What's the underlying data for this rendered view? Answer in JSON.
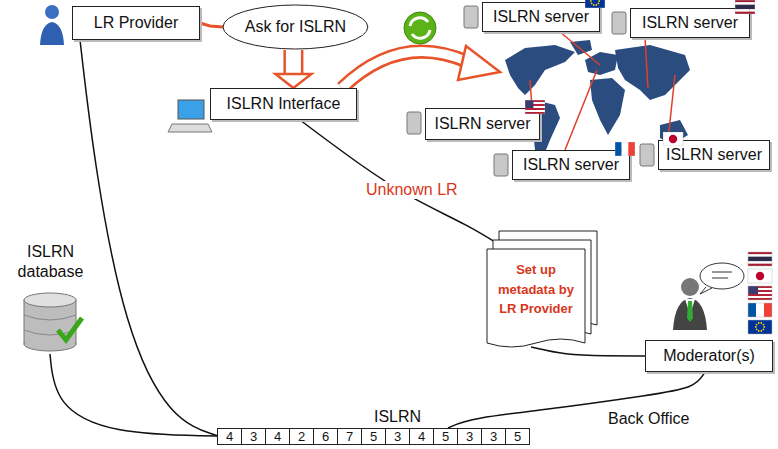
{
  "diagram": {
    "nodes": [
      {
        "text": [
          "LR Provider"
        ]
      },
      {
        "text": [
          "Ask for ISLRN"
        ]
      },
      {
        "text": [
          "ISLRN Interface"
        ]
      },
      {
        "text": [
          "ISLRN server"
        ]
      },
      {
        "text": [
          "ISLRN server"
        ]
      },
      {
        "text": [
          "ISLRN server"
        ]
      },
      {
        "text": [
          "ISLRN server"
        ]
      },
      {
        "text": [
          "ISLRN server"
        ]
      },
      {
        "text": [
          "Set up metadata by LR Provider"
        ]
      },
      {
        "text": [
          "Moderator(s)"
        ]
      },
      {
        "text": [
          "ISLRN database"
        ]
      },
      {
        "text": [
          "4",
          "3",
          "4",
          "2",
          "6",
          "7",
          "5",
          "3",
          "4",
          "5",
          "3",
          "3",
          "5"
        ]
      }
    ],
    "edges": [
      {
        "from": 0,
        "to": 1,
        "arrow": "none"
      },
      {
        "from": 1,
        "to": 2,
        "arrow": "to"
      },
      {
        "from": 2,
        "to": 8,
        "label": "Unknown LR",
        "arrow": "none"
      },
      {
        "from": 8,
        "to": 9,
        "arrow": "none"
      },
      {
        "from": 9,
        "to": 11,
        "label": "ISLRN",
        "arrow": "none"
      },
      {
        "from": 0,
        "to": 11,
        "arrow": "none"
      },
      {
        "from": 10,
        "to": 11,
        "arrow": "none"
      }
    ],
    "labels": [
      "Back Office"
    ]
  }
}
